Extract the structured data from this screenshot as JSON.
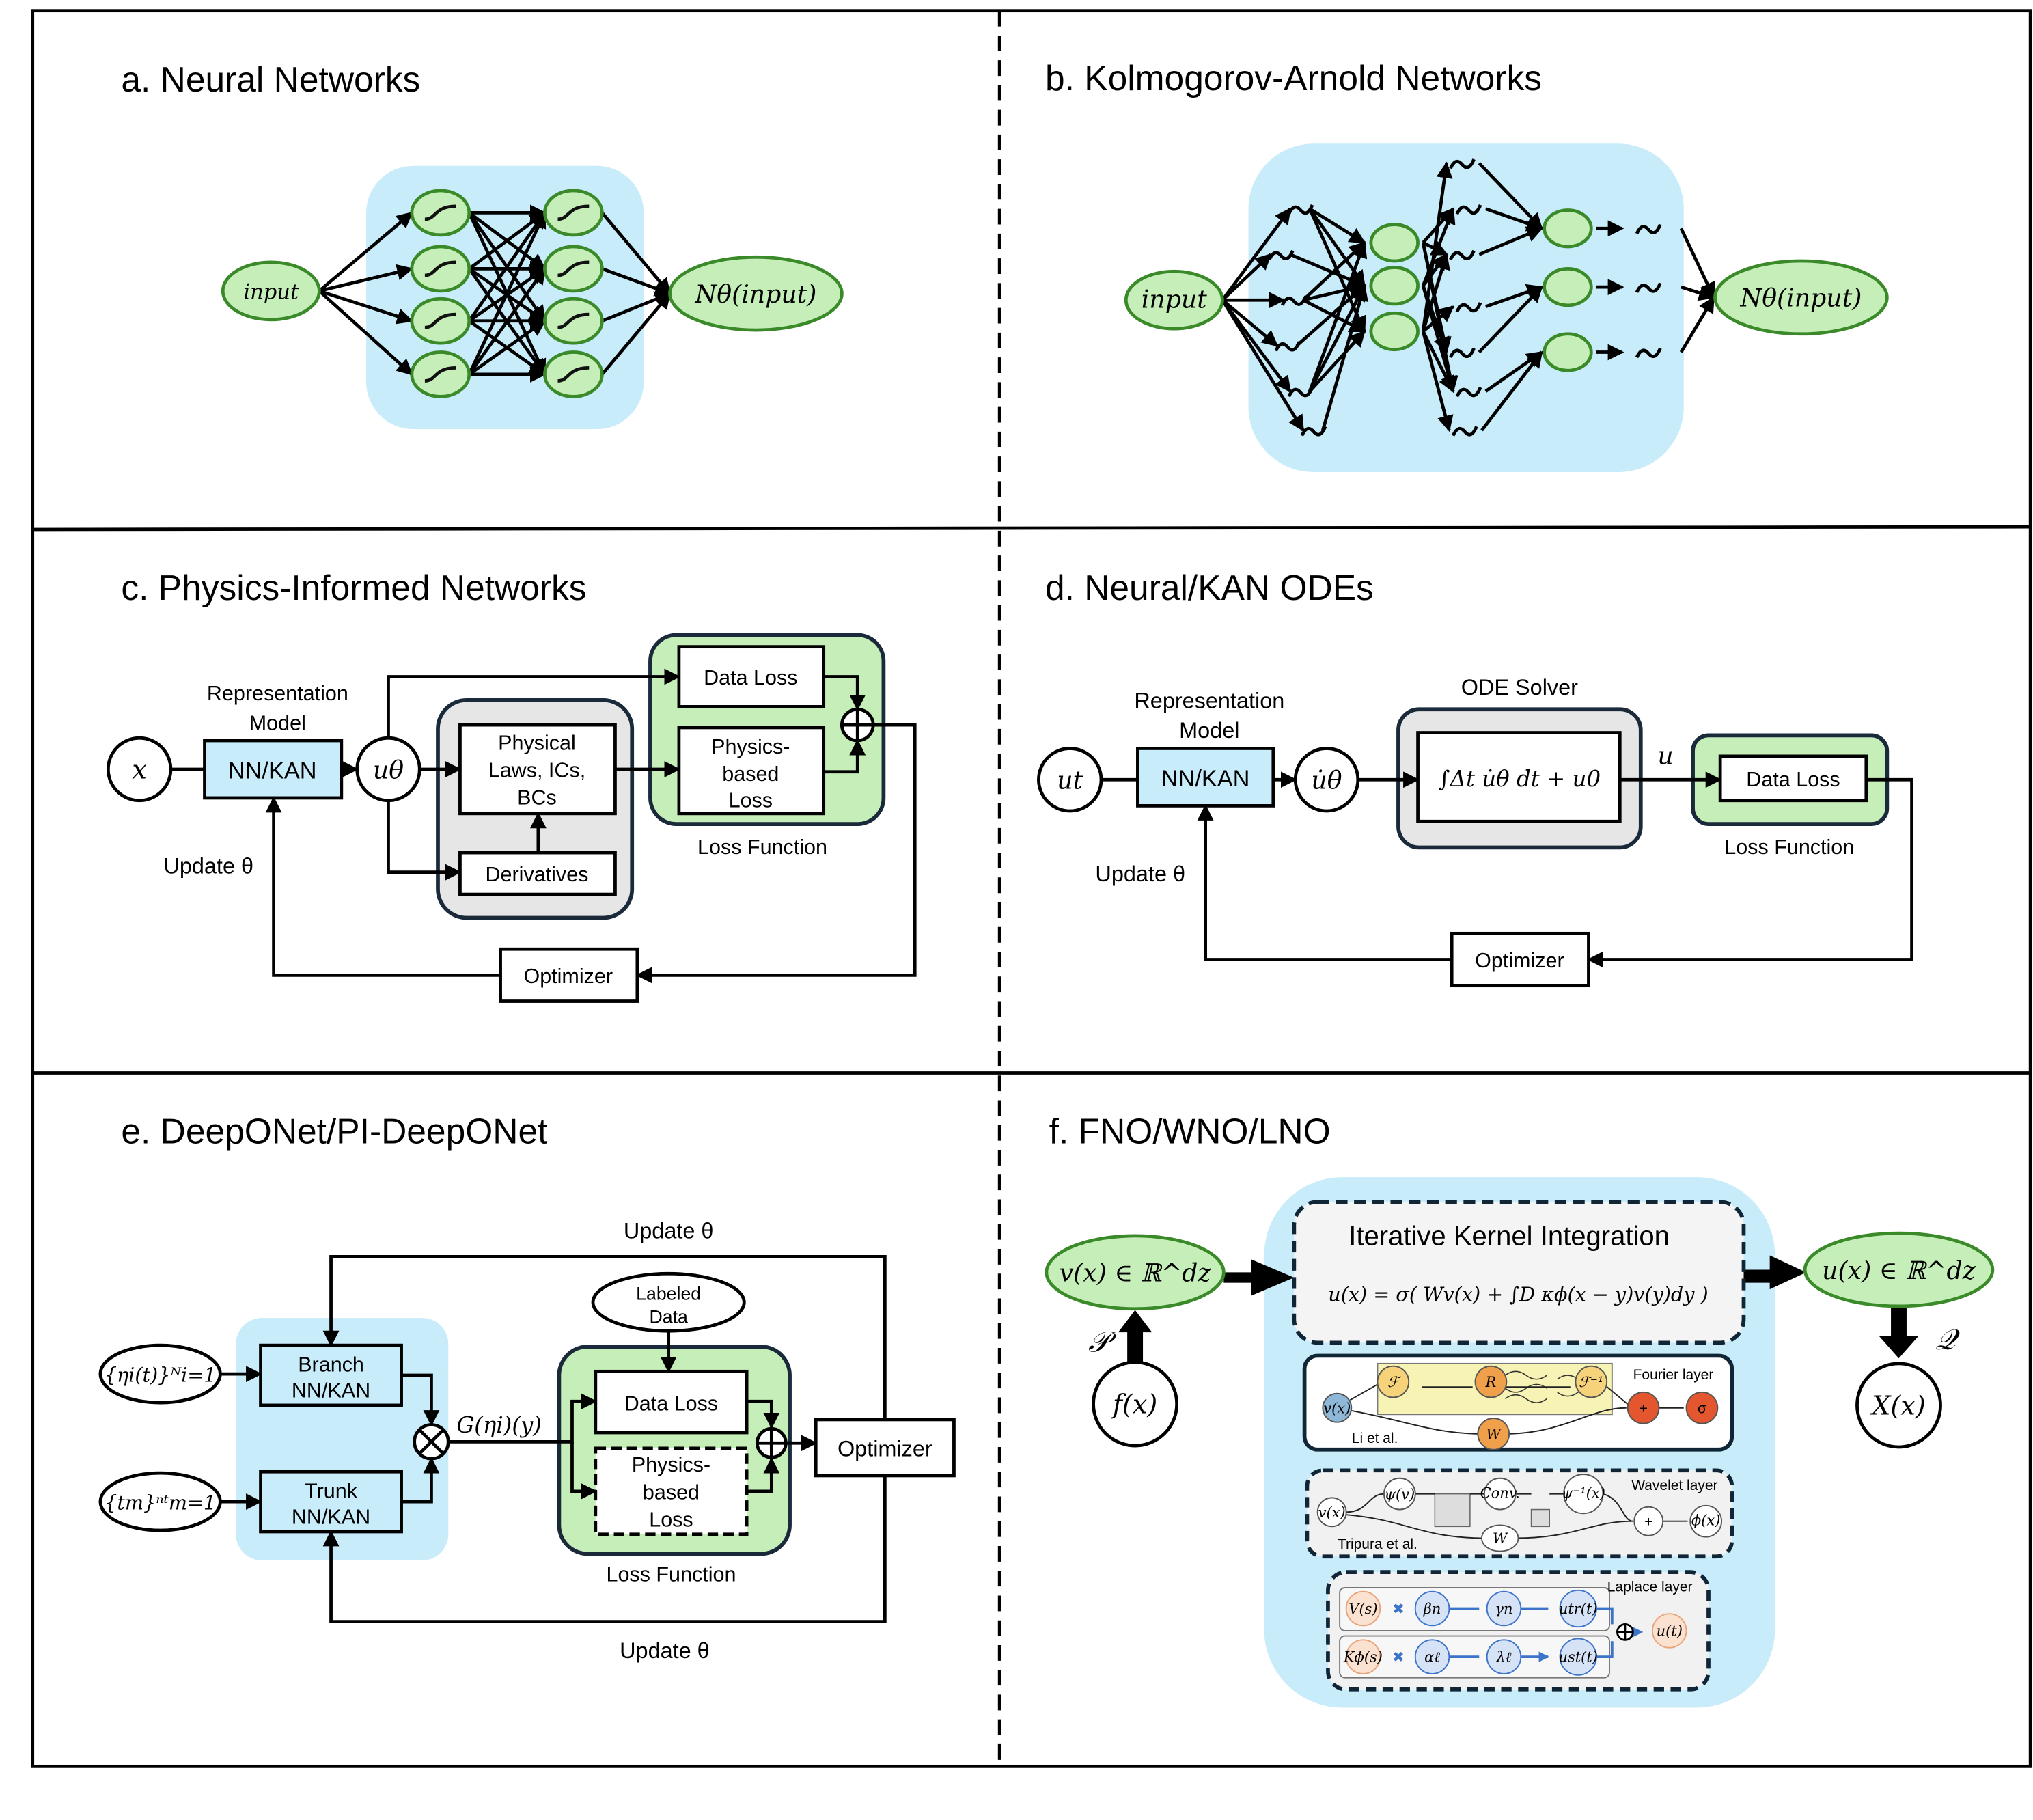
{
  "panels": {
    "a": {
      "title": "a. Neural Networks",
      "input": "input",
      "output": "Nθ(input)"
    },
    "b": {
      "title": "b. Kolmogorov-Arnold Networks",
      "input": "input",
      "output": "Nθ(input)"
    },
    "c": {
      "title": "c. Physics-Informed  Networks",
      "x": "x",
      "rep_line1": "Representation",
      "rep_line2": "Model",
      "nnkan": "NN/KAN",
      "u_theta": "uθ",
      "phys_line1": "Physical",
      "phys_line2": "Laws, ICs,",
      "phys_line3": "BCs",
      "derivatives": "Derivatives",
      "data_loss": "Data Loss",
      "pb_line1": "Physics-",
      "pb_line2": "based",
      "pb_line3": "Loss",
      "loss_function": "Loss Function",
      "update": "Update θ",
      "optimizer": "Optimizer"
    },
    "d": {
      "title": "d. Neural/KAN ODEs",
      "u_t": "ut",
      "rep_line1": "Representation",
      "rep_line2": "Model",
      "nnkan": "NN/KAN",
      "u_dot": "u̇θ",
      "ode_solver": "ODE Solver",
      "integral": "∫Δt u̇θ dt + u0",
      "u": "u",
      "data_loss": "Data Loss",
      "loss_function": "Loss Function",
      "update": "Update θ",
      "optimizer": "Optimizer"
    },
    "e": {
      "title": "e. DeepONet/PI-DeepONet",
      "eta": "{ηi(t)}ᴺi=1",
      "tm": "{tm}ⁿᵗm=1",
      "branch_line1": "Branch",
      "branch_line2": "NN/KAN",
      "trunk_line1": "Trunk",
      "trunk_line2": "NN/KAN",
      "g": "G(ηi)(y)",
      "labeled_line1": "Labeled",
      "labeled_line2": "Data",
      "data_loss": "Data Loss",
      "pb_line1": "Physics-",
      "pb_line2": "based",
      "pb_line3": "Loss",
      "loss_function": "Loss Function",
      "optimizer": "Optimizer",
      "update_top": "Update θ",
      "update_bottom": "Update θ"
    },
    "f": {
      "title": "f. FNO/WNO/LNO",
      "v_in": "v(x) ∈ ℝ^dz",
      "f_x": "f(x)",
      "P": "𝒫",
      "u_out": "u(x) ∈ ℝ^dz",
      "X_x": "X(x)",
      "Q": "𝒬",
      "kernel_title": "Iterative Kernel Integration",
      "kernel_eq": "u(x) = σ( Wv(x) + ∫D κϕ(x − y)v(y)dy )",
      "fourier": {
        "label": "Fourier layer",
        "cite": "Li et al.",
        "v": "v(x)",
        "F": "ℱ",
        "R": "R",
        "Finv": "ℱ⁻¹",
        "plus": "+",
        "sigma": "σ",
        "W": "W"
      },
      "wavelet": {
        "label": "Wavelet layer",
        "cite": "Tripura et al.",
        "v": "v(x)",
        "psi": "ψ(v)",
        "conv": "Conv.",
        "psiinv": "ψ⁻¹(x)",
        "plus": "+",
        "phi": "ϕ(x)",
        "W": "W"
      },
      "laplace": {
        "label": "Laplace layer",
        "V": "V(s)",
        "beta": "βn",
        "gamma": "γn",
        "utr": "utr(t)",
        "K": "Kϕ(s)",
        "alpha": "αℓ",
        "lambda": "λℓ",
        "ust": "ust(t)",
        "u": "u(t)",
        "times": "✖"
      }
    }
  },
  "colors": {
    "network_bg": "#c9ecfa",
    "node_fill": "#c6eeb9",
    "node_stroke": "#3b8a2a",
    "loss_bg": "#c6eeb9",
    "solver_bg": "#e6e6e6"
  }
}
